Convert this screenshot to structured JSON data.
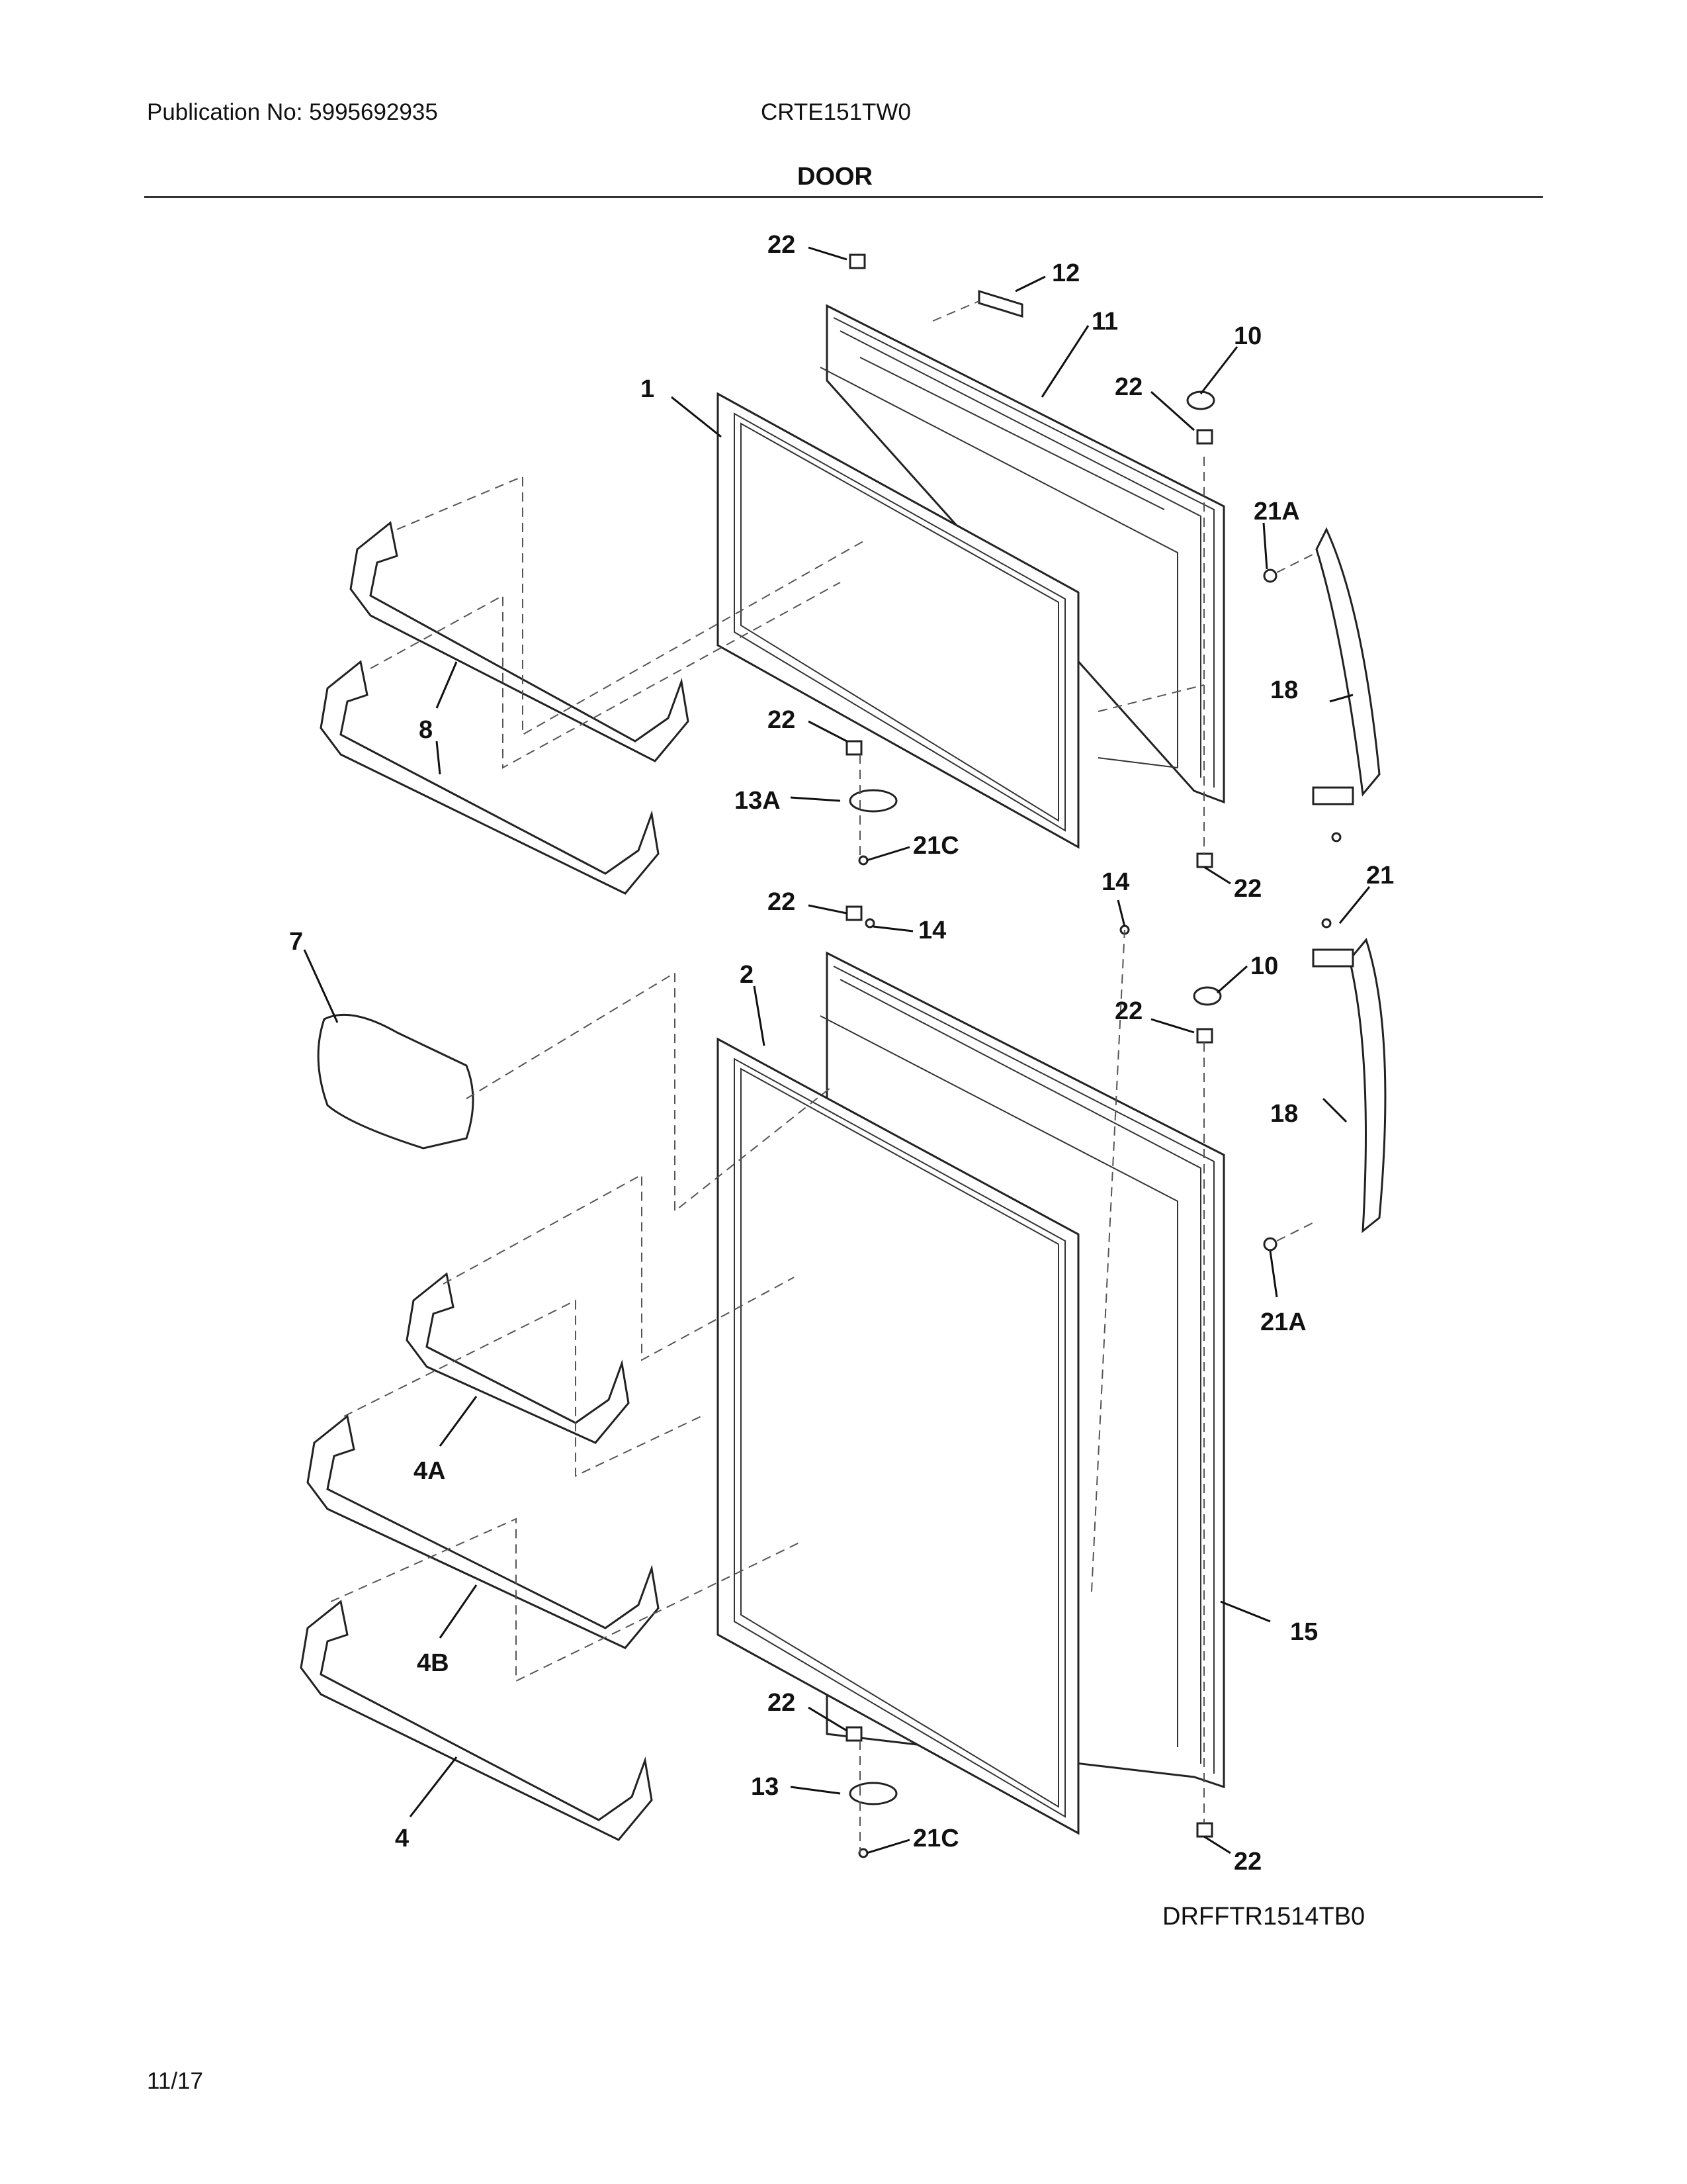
{
  "header": {
    "publication": "Publication No: 5995692935",
    "model": "CRTE151TW0",
    "section_title": "DOOR"
  },
  "diagram": {
    "callouts": [
      "22",
      "12",
      "11",
      "10",
      "1",
      "22",
      "21A",
      "8",
      "18",
      "22",
      "13A",
      "21C",
      "14",
      "21",
      "22",
      "14",
      "22",
      "10",
      "7",
      "2",
      "22",
      "18",
      "21A",
      "4A",
      "4B",
      "15",
      "22",
      "13",
      "21C",
      "4",
      "22"
    ],
    "drawing_code": "DRFFTR1514TB0"
  },
  "footer": {
    "page": "11/17"
  }
}
